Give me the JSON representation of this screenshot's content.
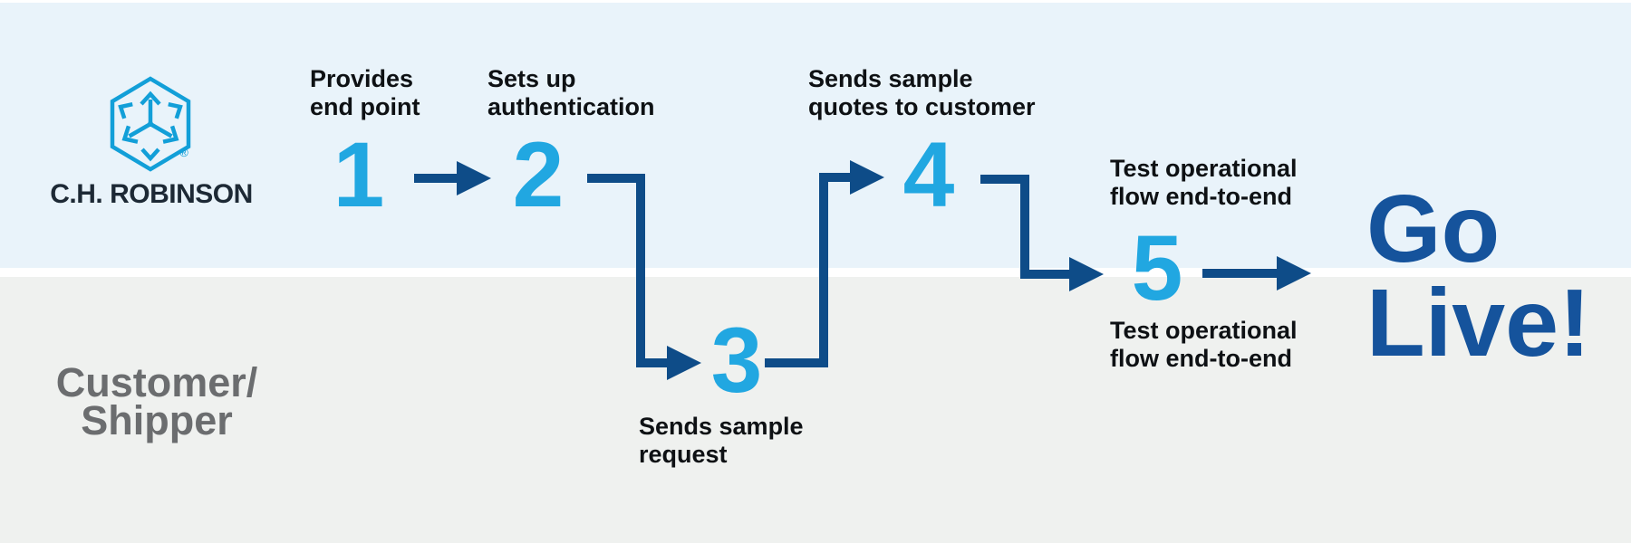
{
  "brand": {
    "wordmark": "C.H. ROBINSON",
    "registered": "®"
  },
  "lanes": {
    "bottom_label": "Customer/\nShipper"
  },
  "steps": [
    {
      "number": "1",
      "label": "Provides\nend point"
    },
    {
      "number": "2",
      "label": "Sets up\nauthentication"
    },
    {
      "number": "3",
      "label": "Sends sample\nrequest"
    },
    {
      "number": "4",
      "label": "Sends sample\nquotes to customer"
    },
    {
      "number": "5",
      "label_above": "Test operational\nflow end-to-end",
      "label_below": "Test operational\nflow end-to-end"
    }
  ],
  "outcome": {
    "label": "Go\nLive!"
  },
  "flow": {
    "arrows": [
      {
        "from": "1",
        "to": "2"
      },
      {
        "from": "2",
        "to": "3"
      },
      {
        "from": "3",
        "to": "4"
      },
      {
        "from": "4",
        "to": "5"
      },
      {
        "from": "5",
        "to": "go-live"
      }
    ]
  },
  "colors": {
    "cyan": "#21a7e1",
    "navy": "#0e4c88",
    "golive_blue": "#15539c",
    "logo_blue": "#129fd8",
    "wordmark_ink": "#1d2935",
    "label_ink": "#0e1114",
    "lane_gray": "#6b6d6f",
    "band_top": "#e9f3fa",
    "band_bottom": "#eff1ef",
    "divider": "#ffffff"
  }
}
